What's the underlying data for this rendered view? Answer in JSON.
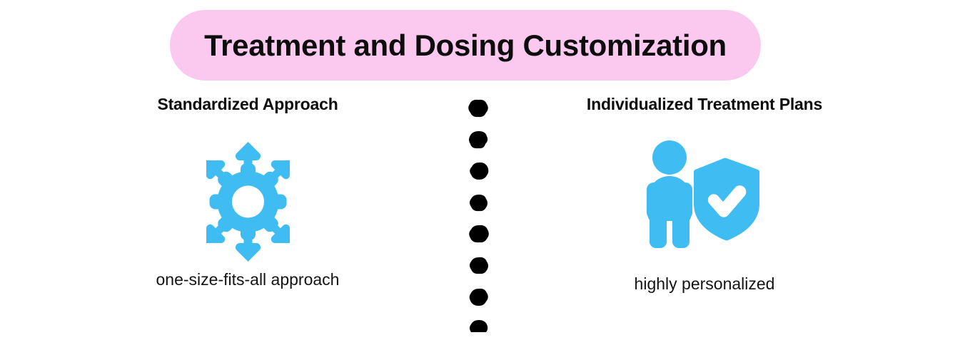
{
  "title": {
    "text": "Treatment and Dosing Customization",
    "pill_color": "#fbc9ef",
    "text_color": "#0d0d0d"
  },
  "theme": {
    "accent_blue": "#3fbdf2",
    "background": "#ffffff",
    "dot_color": "#000000"
  },
  "columns": [
    {
      "heading": "Standardized Approach",
      "icon": "gear-with-outward-arrows-icon",
      "caption": "one-size-fits-all approach"
    },
    {
      "heading": "Individualized Treatment Plans",
      "icon": "person-with-shield-check-icon",
      "caption": "highly personalized"
    }
  ],
  "divider": {
    "style": "hand-drawn-dots",
    "dot_count": 8
  }
}
